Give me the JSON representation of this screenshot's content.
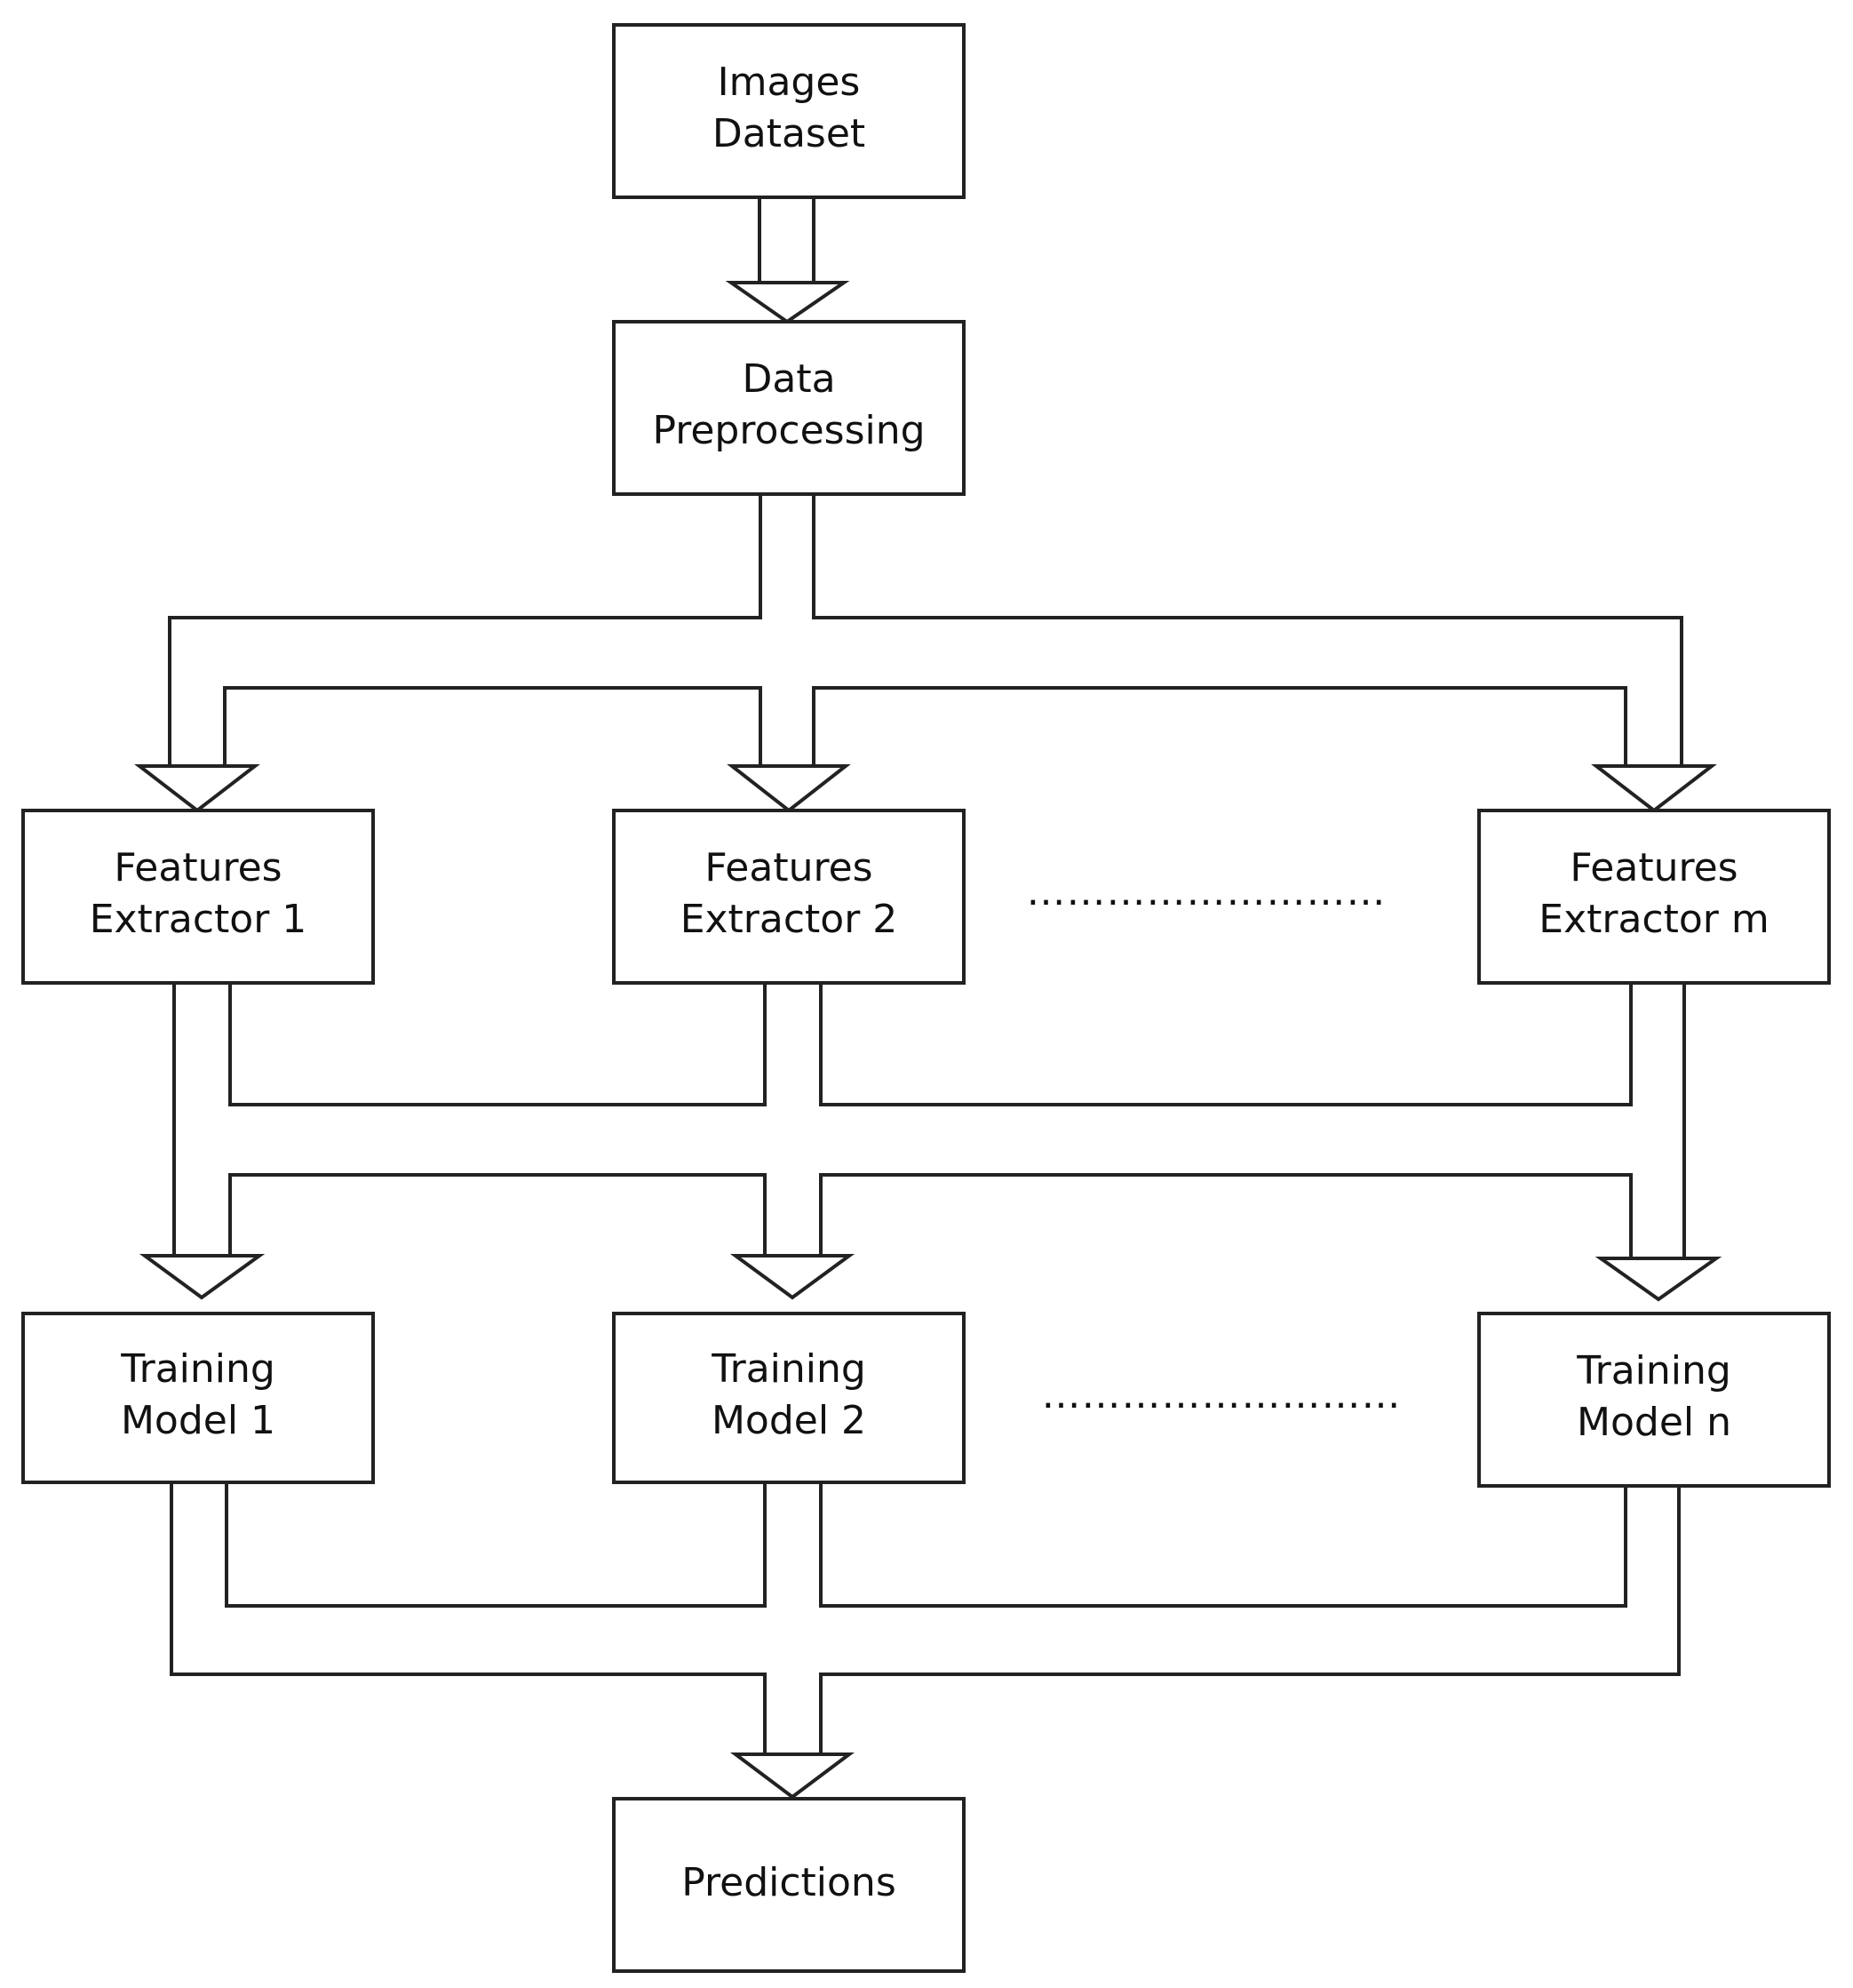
{
  "nodes": {
    "images_dataset": {
      "line1": "Images",
      "line2": "Dataset"
    },
    "data_preprocessing": {
      "line1": "Data",
      "line2": "Preprocessing"
    },
    "features_extractor_1": {
      "line1": "Features",
      "line2": "Extractor 1"
    },
    "features_extractor_2": {
      "line1": "Features",
      "line2": "Extractor 2"
    },
    "features_extractor_m": {
      "line1": "Features",
      "line2": "Extractor m"
    },
    "training_model_1": {
      "line1": "Training",
      "line2": "Model 1"
    },
    "training_model_2": {
      "line1": "Training",
      "line2": "Model 2"
    },
    "training_model_n": {
      "line1": "Training",
      "line2": "Model n"
    },
    "predictions": {
      "line1": "Predictions"
    }
  },
  "ellipsis": {
    "extractors": "………………………",
    "models": "………………………"
  },
  "colors": {
    "stroke": "#222222",
    "fill": "#ffffff",
    "text": "#111111"
  }
}
